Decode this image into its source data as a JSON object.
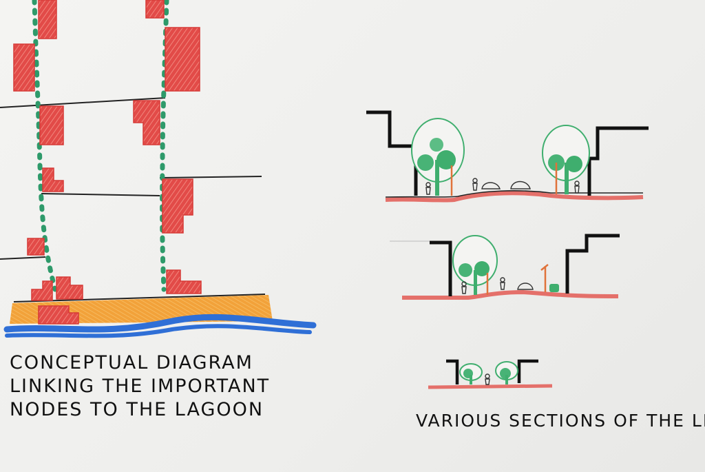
{
  "left_caption": {
    "line1": "CONCEPTUAL DIAGRAM",
    "line2": "LINKING THE IMPORTANT",
    "line3": "NODES TO THE LAGOON"
  },
  "right_caption": "VARIOUS SECTIONS OF THE LI",
  "colors": {
    "node_red": "#e24b48",
    "link_green": "#2e9a6a",
    "sand_orange": "#f2a23a",
    "lagoon_blue": "#2f6fd6",
    "ground_pink": "#e4706a",
    "tree_green": "#3fae6e",
    "ink": "#111111"
  }
}
